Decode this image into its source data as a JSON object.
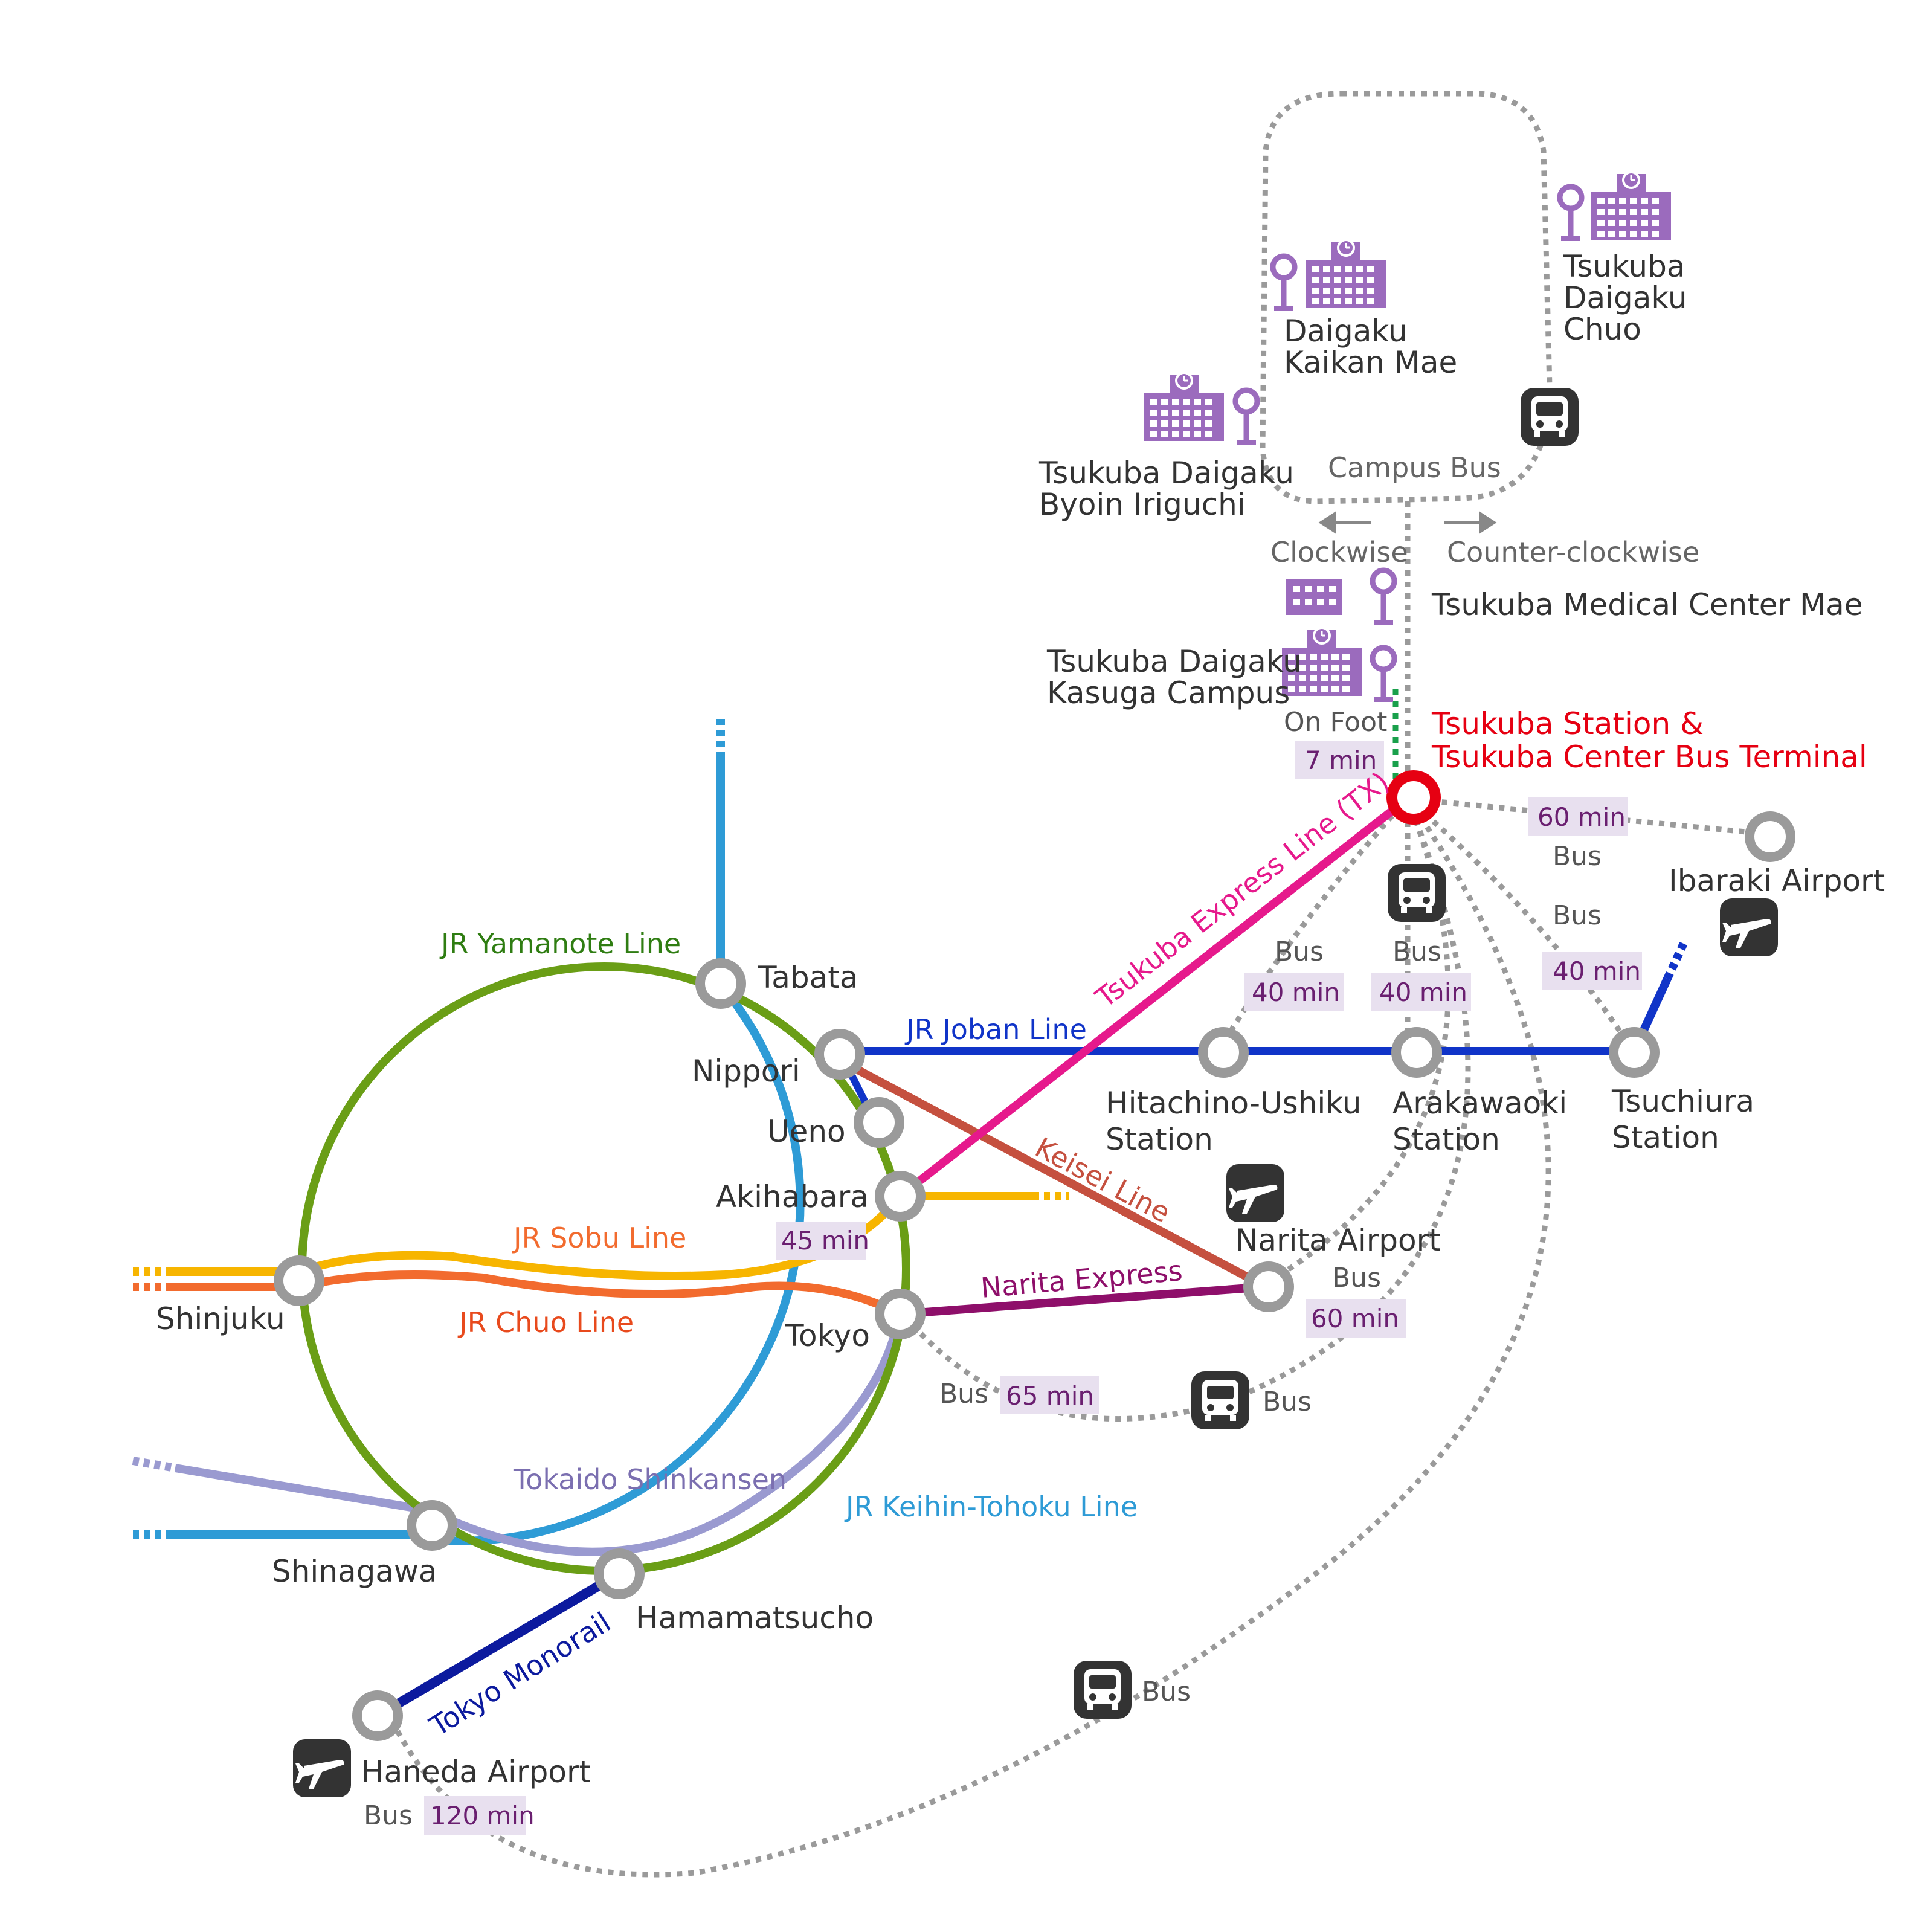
{
  "lines": {
    "yamanote": "JR  Yamanote Line",
    "joban": "JR Joban Line",
    "tx": "Tsukuba Express Line (TX)",
    "sobu": "JR  Sobu Line",
    "chuo": "JR  Chuo Line",
    "keisei": "Keisei Line",
    "narita_express": "Narita Express",
    "tokaido": "Tokaido Shinkansen",
    "keihin": "JR Keihin-Tohoku Line",
    "monorail": "Tokyo Monorail"
  },
  "stations": {
    "tabata": "Tabata",
    "nippori": "Nippori",
    "ueno": "Ueno",
    "akihabara": "Akihabara",
    "tokyo": "Tokyo",
    "shinjuku": "Shinjuku",
    "shinagawa": "Shinagawa",
    "hamamatsucho": "Hamamatsucho",
    "haneda": "Haneda Airport",
    "narita": "Narita Airport",
    "ibaraki": "Ibaraki Airport",
    "hitachino_1": "Hitachino-Ushiku",
    "hitachino_2": "Station",
    "arakawaoki_1": "Arakawaoki",
    "arakawaoki_2": "Station",
    "tsuchiura_1": "Tsuchiura",
    "tsuchiura_2": "Station",
    "tsukuba_1": "Tsukuba Station &",
    "tsukuba_2": "Tsukuba Center Bus Terminal"
  },
  "stops": {
    "kaikan_1": "Daigaku",
    "kaikan_2": "Kaikan Mae",
    "chuo_1": "Tsukuba",
    "chuo_2": "Daigaku",
    "chuo_3": "Chuo",
    "byoin_1": "Tsukuba Daigaku",
    "byoin_2": "Byoin Iriguchi",
    "medical": "Tsukuba Medical Center Mae",
    "kasuga_1": "Tsukuba Daigaku",
    "kasuga_2": "Kasuga Campus"
  },
  "campus": {
    "bus": "Campus Bus",
    "clockwise": "Clockwise",
    "counter": "Counter-clockwise"
  },
  "routes": {
    "on_foot": "On Foot",
    "foot_time": "7 min",
    "ibaraki_time": "60 min",
    "ibaraki_bus": "Bus",
    "tsuchiura_bus": "Bus",
    "tsuchiura_time": "40 min",
    "hitachino_bus": "Bus",
    "hitachino_time": "40 min",
    "arakawaoki_bus": "Bus",
    "arakawaoki_time": "40 min",
    "akihabara_time": "45 min",
    "narita_bus": "Bus",
    "narita_time": "60 min",
    "tokyo_bus": "Bus",
    "tokyo_time": "65 min",
    "tokyo_bus2": "Bus",
    "haneda_bus": "Bus",
    "haneda_time": "120 min",
    "haneda_bus2": "Bus"
  },
  "colors": {
    "yamanote": "#6a9e16",
    "keihin": "#2e9bd6",
    "joban": "#1034c8",
    "tx": "#e6198c",
    "sobu": "#f7b500",
    "chuo": "#f26b2e",
    "keisei": "#c5503f",
    "narita_express": "#8e0f6a",
    "tokaido": "#9a9ad0",
    "monorail": "#0c1a9e",
    "tsukuba_station": "#e60012",
    "purple": "#9b6bbd"
  }
}
